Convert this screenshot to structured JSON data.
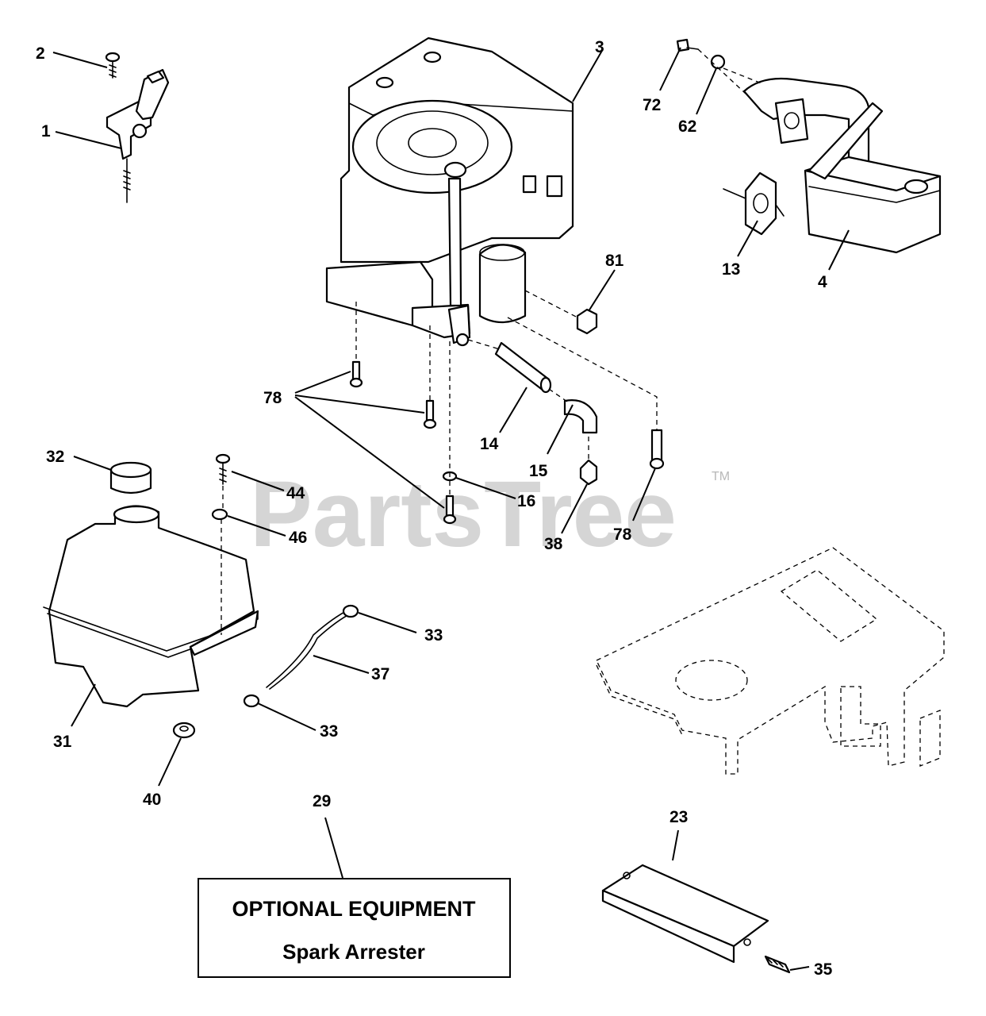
{
  "watermark": {
    "brand": "PartsTree",
    "trademark": "TM"
  },
  "callouts": {
    "c1": "1",
    "c2": "2",
    "c3": "3",
    "c4": "4",
    "c13": "13",
    "c14": "14",
    "c15": "15",
    "c16": "16",
    "c23": "23",
    "c29": "29",
    "c31": "31",
    "c32": "32",
    "c33a": "33",
    "c33b": "33",
    "c35": "35",
    "c37": "37",
    "c38": "38",
    "c40": "40",
    "c44": "44",
    "c46": "46",
    "c62": "62",
    "c72": "72",
    "c78a": "78",
    "c78b": "78",
    "c81": "81"
  },
  "optional_box": {
    "title": "OPTIONAL EQUIPMENT",
    "subtitle": "Spark Arrester"
  }
}
